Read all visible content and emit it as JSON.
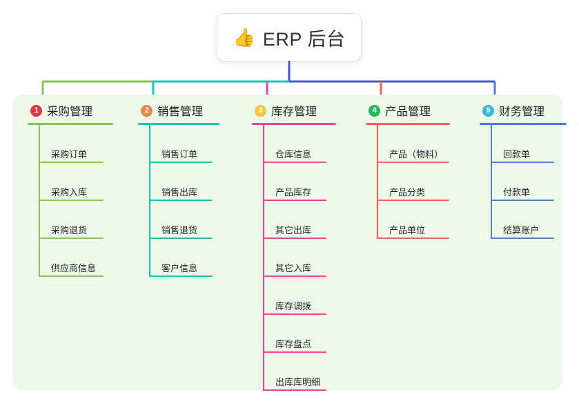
{
  "title": {
    "icon": "thumbs-up-icon",
    "icon_glyph": "👍",
    "text": "ERP 后台"
  },
  "colors": {
    "panel_background": "#eef8e9",
    "page_background": "#ffffff",
    "title_text": "#2f3137",
    "trunk_line": "#4a55c4"
  },
  "columns": [
    {
      "number": "1",
      "label": "采购管理",
      "badge_color": "#e8334a",
      "line_color": "#8cc152",
      "items": [
        {
          "label": "采购订单"
        },
        {
          "label": "采购入库"
        },
        {
          "label": "采购退货"
        },
        {
          "label": "供应商信息"
        }
      ]
    },
    {
      "number": "2",
      "label": "销售管理",
      "badge_color": "#f5834a",
      "line_color": "#19c3ad",
      "items": [
        {
          "label": "销售订单"
        },
        {
          "label": "销售出库"
        },
        {
          "label": "销售退货"
        },
        {
          "label": "客户信息"
        }
      ]
    },
    {
      "number": "3",
      "label": "库存管理",
      "badge_color": "#f5c842",
      "line_color": "#e8469a",
      "items": [
        {
          "label": "仓库信息"
        },
        {
          "label": "产品库存"
        },
        {
          "label": "其它出库"
        },
        {
          "label": "其它入库"
        },
        {
          "label": "库存调拨"
        },
        {
          "label": "库存盘点"
        },
        {
          "label": "出库库明细"
        }
      ]
    },
    {
      "number": "4",
      "label": "产品管理",
      "badge_color": "#22bb5b",
      "line_color": "#f4615f",
      "items": [
        {
          "label": "产品（物料）"
        },
        {
          "label": "产品分类"
        },
        {
          "label": "产品单位"
        }
      ]
    },
    {
      "number": "5",
      "label": "财务管理",
      "badge_color": "#35b8e8",
      "line_color": "#4a7fd8",
      "items": [
        {
          "label": "回款单"
        },
        {
          "label": "付款单"
        },
        {
          "label": "结算账户"
        }
      ]
    }
  ]
}
